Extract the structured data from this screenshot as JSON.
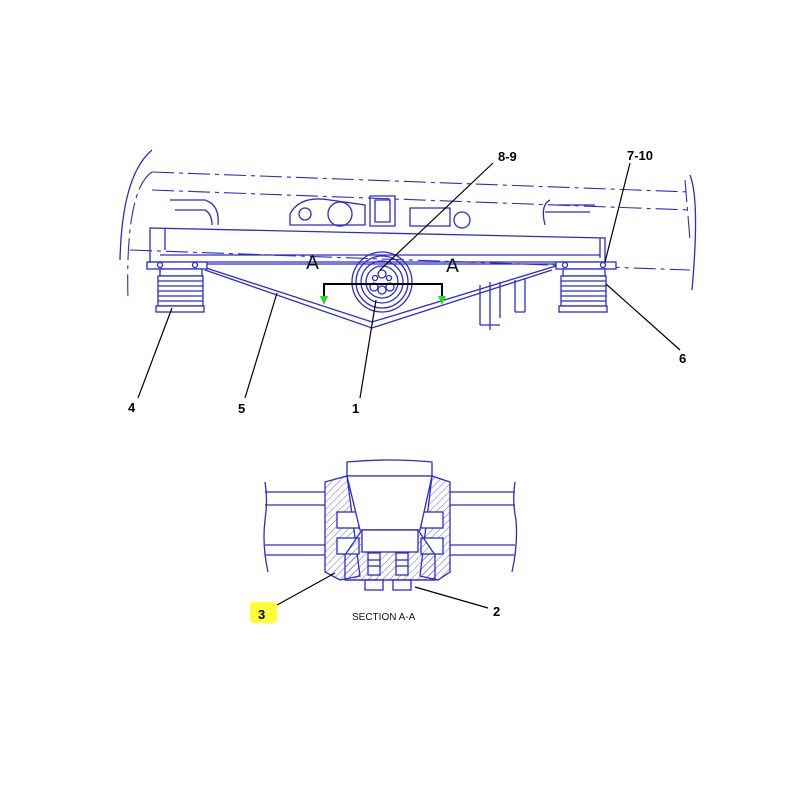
{
  "callouts": {
    "c_8_9": "8-9",
    "c_7_10": "7-10",
    "c_6": "6",
    "c_4": "4",
    "c_5": "5",
    "c_1": "1",
    "c_3": "3",
    "c_2": "2"
  },
  "section_markers": {
    "left": "A",
    "right": "A"
  },
  "section_caption": "SECTION A-A",
  "colors": {
    "line": "#2b2bd0",
    "section_arrow": "#22dd22",
    "highlight": "#ffff33"
  }
}
